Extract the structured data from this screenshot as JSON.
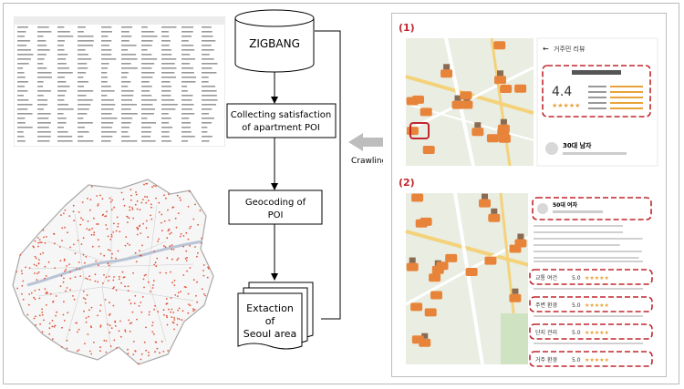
{
  "flow": {
    "source": "ZIGBANG",
    "step1_line1": "Collecting  satisfaction",
    "step1_line2": "of apartment POI",
    "step2_line1": "Geocoding  of",
    "step2_line2": "POI",
    "step3_line1": "Extaction",
    "step3_line2": "of",
    "step3_line3": "Seoul area",
    "crawling_label": "Crawling"
  },
  "panel": {
    "label_1": "(1)",
    "label_2": "(2)",
    "review_header": "거주민 리뷰",
    "score": "4.4",
    "user_name": "30대 남자",
    "user2_name": "50대 여자",
    "rating_rows": [
      {
        "name": "교통 여건",
        "value": "5.0"
      },
      {
        "name": "주변 환경",
        "value": "5.0"
      },
      {
        "name": "단지 관리",
        "value": "5.0"
      },
      {
        "name": "거주 환경",
        "value": "5.0"
      }
    ]
  },
  "colors": {
    "accent": "#c0272d",
    "marker": "#e8843a",
    "arrow": "#bdbdbd",
    "map_bg": "#e9ede2",
    "dots": "#e2553b"
  }
}
